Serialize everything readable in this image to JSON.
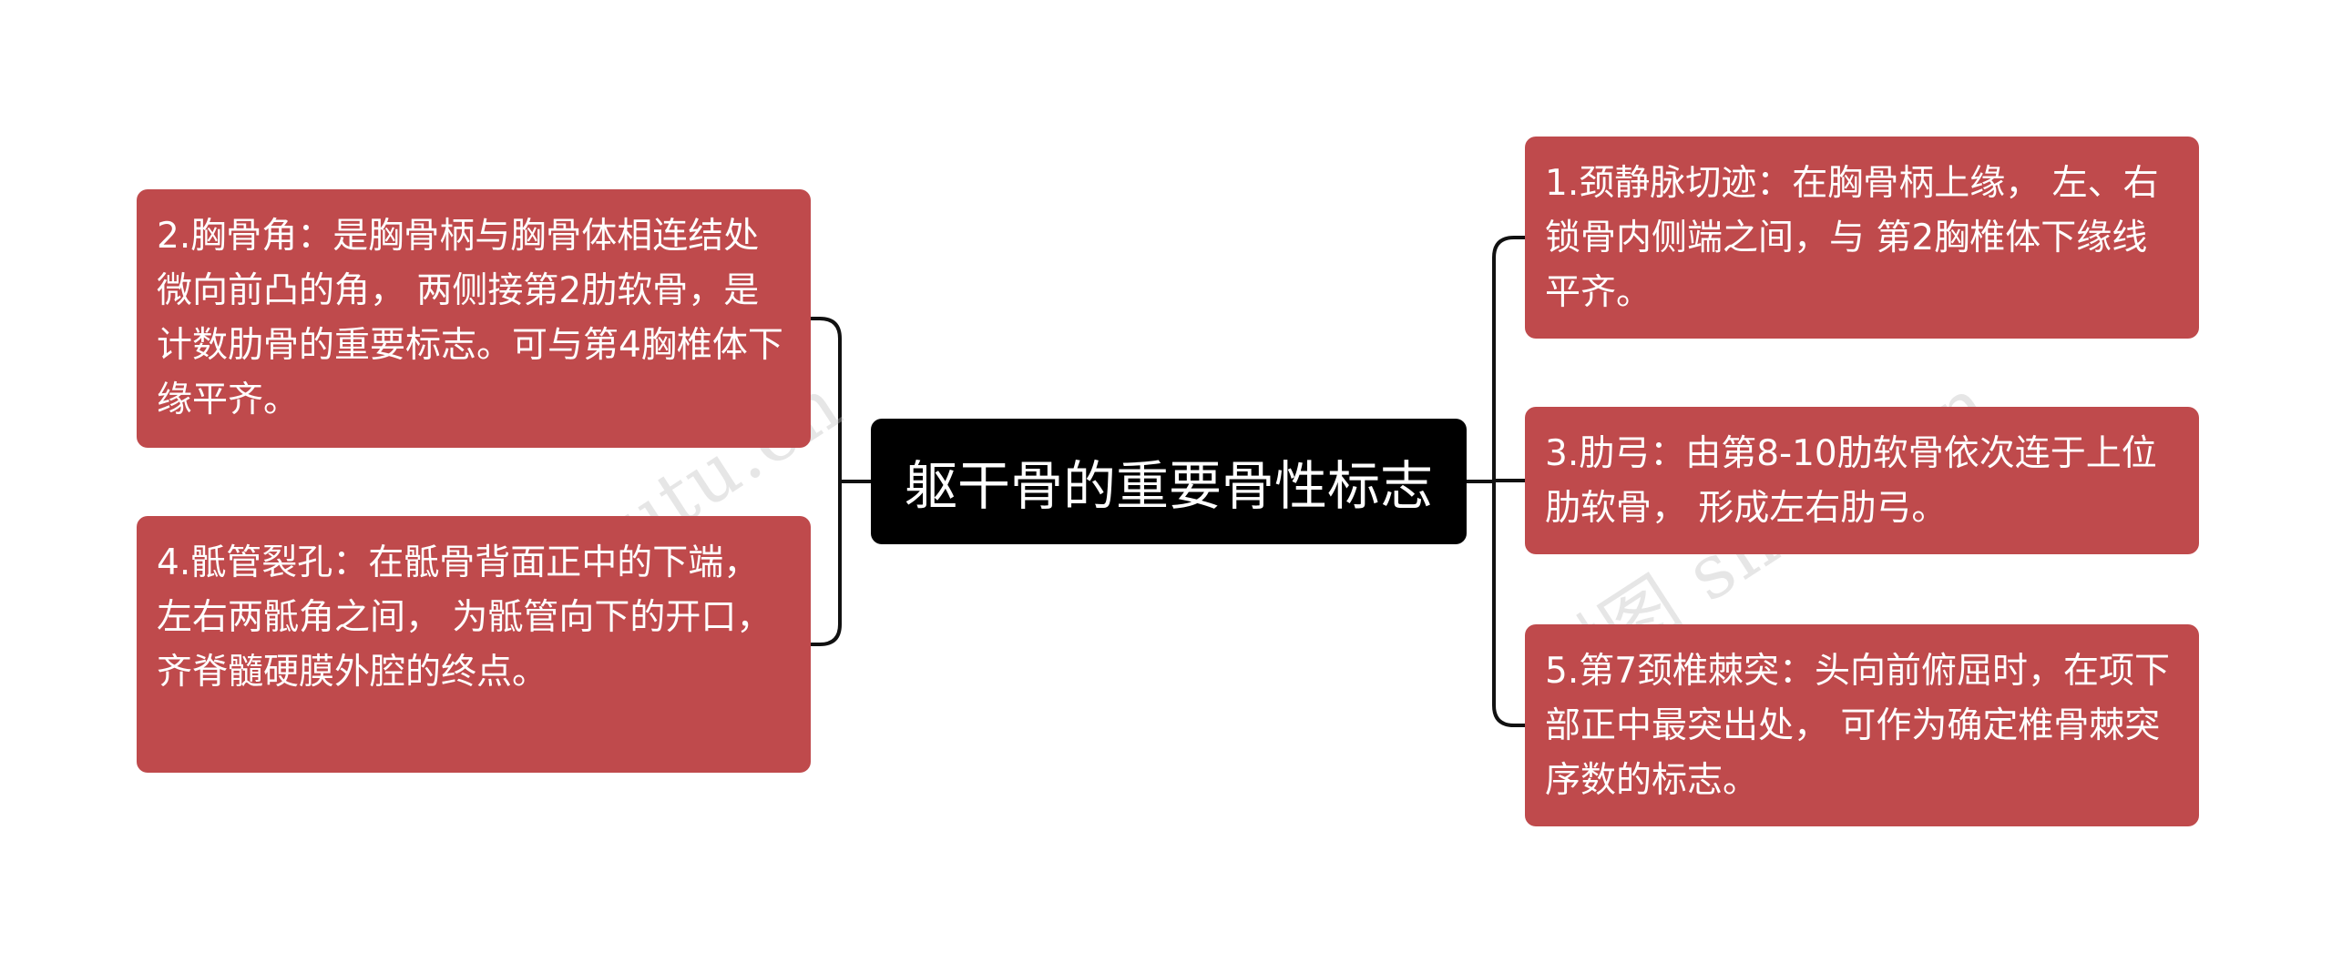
{
  "root": {
    "title": "躯干骨的重要骨性标志"
  },
  "watermark": {
    "left_text": "树图 shutu.cn",
    "right_text": "树图 shutu.cn"
  },
  "nodes": {
    "n1": "1.颈静脉切迹：在胸骨柄上缘， 左、右锁骨内侧端之间，与 第2胸椎体下缘线平齐。",
    "n2": "2.胸骨角：是胸骨柄与胸骨体相连结处微向前凸的角， 两侧接第2肋软骨，是计数肋骨的重要标志。可与第4胸椎体下缘平齐。",
    "n3": "3.肋弓：由第8-10肋软骨依次连于上位肋软骨， 形成左右肋弓。",
    "n4": "4.骶管裂孔：在骶骨背面正中的下端， 左右两骶角之间， 为骶管向下的开口， 齐脊髓硬膜外腔的终点。",
    "n5": "5.第7颈椎棘突：头向前俯屈时，在项下部正中最突出处， 可作为确定椎骨棘突序数的标志。"
  },
  "colors": {
    "node_fill": "#bf4a4c",
    "root_fill": "#000000",
    "connector": "#111111",
    "text": "#ffffff"
  }
}
